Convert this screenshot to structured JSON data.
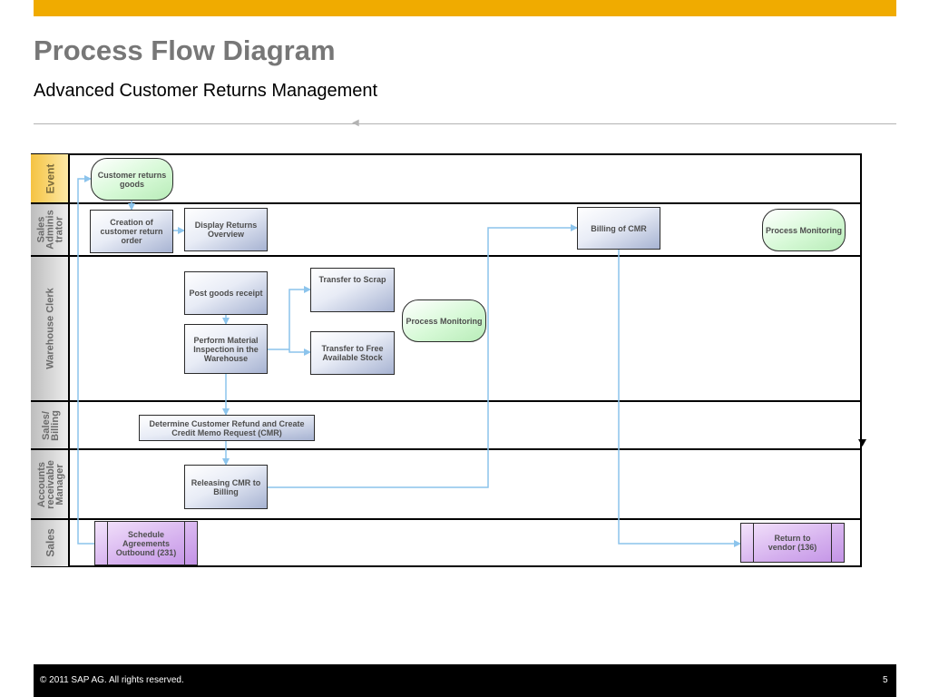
{
  "header": {
    "title": "Process Flow Diagram",
    "subtitle": "Advanced Customer Returns Management"
  },
  "lanes": [
    {
      "label": "Event"
    },
    {
      "label": "Sales Adminis trator"
    },
    {
      "label": "Warehouse Clerk"
    },
    {
      "label": "Sales/ Billing"
    },
    {
      "label": "Accounts receivable Manager"
    },
    {
      "label": "Sales"
    }
  ],
  "nodes": {
    "customer_returns_goods": "Customer returns goods",
    "creation_of_customer_return_order": "Creation of customer return order",
    "display_returns_overview": "Display Returns Overview",
    "billing_of_cmr": "Billing of CMR",
    "process_monitoring_admin": "Process Monitoring",
    "post_goods_receipt": "Post goods receipt",
    "perform_material_inspection": "Perform Material Inspection in the Warehouse",
    "transfer_to_scrap": "Transfer to Scrap",
    "transfer_to_free_available_stock": "Transfer to Free Available Stock",
    "process_monitoring_warehouse": "Process Monitoring",
    "determine_customer_refund": "Determine Customer Refund and Create Credit Memo Request (CMR)",
    "releasing_cmr_to_billing": "Releasing CMR to Billing",
    "schedule_agreements_outbound": "Schedule Agreements Outbound (231)",
    "return_to_vendor": "Return to vendor (136)"
  },
  "colors": {
    "brand_bar": "#f0ab00",
    "connector": "#8cc4ec",
    "process_box": "#a7b3d2",
    "event_box": "#d6f9d6",
    "reference_box": "#c393e6"
  },
  "footer": {
    "copyright": "©  2011 SAP AG. All rights reserved.",
    "page_number": "5"
  }
}
